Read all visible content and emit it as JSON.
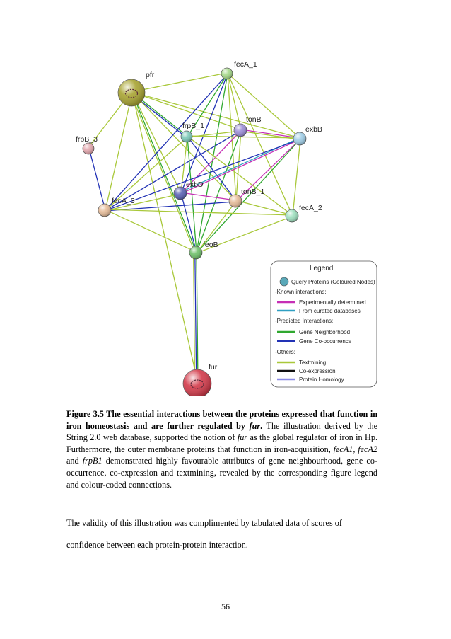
{
  "network": {
    "nodes": [
      {
        "id": "pfr",
        "label": "pfr",
        "color": "#a8a431",
        "query": true
      },
      {
        "id": "fecA_1",
        "label": "fecA_1",
        "color": "#a6d98a",
        "query": false
      },
      {
        "id": "tonB",
        "label": "tonB",
        "color": "#9d8fd9",
        "query": false
      },
      {
        "id": "frpB_1",
        "label": "frpB_1",
        "color": "#7cc9b8",
        "query": false
      },
      {
        "id": "exbB",
        "label": "exbB",
        "color": "#9fcde6",
        "query": false
      },
      {
        "id": "frpB_3",
        "label": "frpB_3",
        "color": "#e2a6ad",
        "query": false
      },
      {
        "id": "exbD",
        "label": "exbD",
        "color": "#5b62b5",
        "query": false
      },
      {
        "id": "tonB_1",
        "label": "tonB_1",
        "color": "#e6bc99",
        "query": false
      },
      {
        "id": "fecA_3",
        "label": "fecA_3",
        "color": "#e6bc99",
        "query": false
      },
      {
        "id": "fecA_2",
        "label": "fecA_2",
        "color": "#9fe0bf",
        "query": false
      },
      {
        "id": "feoB",
        "label": "feoB",
        "color": "#6fc06a",
        "query": false
      },
      {
        "id": "fur",
        "label": "fur",
        "color": "#d33a4a",
        "query": true
      }
    ],
    "edges": [
      [
        "pfr",
        "fecA_1",
        "textmining"
      ],
      [
        "pfr",
        "frpB_1",
        "neighborhood"
      ],
      [
        "pfr",
        "frpB_1",
        "cooccurrence"
      ],
      [
        "pfr",
        "tonB",
        "textmining"
      ],
      [
        "pfr",
        "exbB",
        "textmining"
      ],
      [
        "pfr",
        "fecA_3",
        "textmining"
      ],
      [
        "pfr",
        "feoB",
        "neighborhood"
      ],
      [
        "pfr",
        "feoB",
        "textmining"
      ],
      [
        "pfr",
        "exbD",
        "textmining"
      ],
      [
        "pfr",
        "tonB_1",
        "textmining"
      ],
      [
        "pfr",
        "fur",
        "textmining"
      ],
      [
        "fecA_1",
        "tonB",
        "textmining"
      ],
      [
        "fecA_1",
        "frpB_1",
        "neighborhood"
      ],
      [
        "fecA_1",
        "exbB",
        "textmining"
      ],
      [
        "fecA_1",
        "exbD",
        "cooccurrence"
      ],
      [
        "fecA_1",
        "tonB_1",
        "textmining"
      ],
      [
        "fecA_1",
        "feoB",
        "neighborhood"
      ],
      [
        "fecA_1",
        "fecA_3",
        "cooccurrence"
      ],
      [
        "fecA_1",
        "fecA_2",
        "textmining"
      ],
      [
        "tonB",
        "exbB",
        "experimental"
      ],
      [
        "tonB",
        "exbB",
        "textmining"
      ],
      [
        "tonB",
        "exbD",
        "experimental"
      ],
      [
        "tonB",
        "tonB_1",
        "textmining"
      ],
      [
        "tonB",
        "frpB_1",
        "textmining"
      ],
      [
        "tonB",
        "feoB",
        "neighborhood"
      ],
      [
        "tonB",
        "fecA_3",
        "cooccurrence"
      ],
      [
        "frpB_1",
        "exbB",
        "textmining"
      ],
      [
        "frpB_1",
        "tonB_1",
        "cooccurrence"
      ],
      [
        "frpB_1",
        "exbD",
        "textmining"
      ],
      [
        "frpB_1",
        "feoB",
        "neighborhood"
      ],
      [
        "frpB_1",
        "fecA_3",
        "textmining"
      ],
      [
        "frpB_1",
        "fecA_2",
        "textmining"
      ],
      [
        "exbB",
        "exbD",
        "experimental"
      ],
      [
        "exbB",
        "exbD",
        "database"
      ],
      [
        "exbB",
        "tonB_1",
        "experimental"
      ],
      [
        "exbB",
        "fecA_3",
        "cooccurrence"
      ],
      [
        "exbB",
        "fecA_2",
        "textmining"
      ],
      [
        "exbB",
        "feoB",
        "neighborhood"
      ],
      [
        "exbD",
        "tonB_1",
        "experimental"
      ],
      [
        "exbD",
        "fecA_3",
        "textmining"
      ],
      [
        "exbD",
        "feoB",
        "cooccurrence"
      ],
      [
        "tonB_1",
        "fecA_2",
        "textmining"
      ],
      [
        "tonB_1",
        "fecA_3",
        "cooccurrence"
      ],
      [
        "tonB_1",
        "feoB",
        "textmining"
      ],
      [
        "frpB_3",
        "fecA_3",
        "cooccurrence"
      ],
      [
        "frpB_3",
        "pfr",
        "textmining"
      ],
      [
        "fecA_3",
        "feoB",
        "textmining"
      ],
      [
        "fecA_3",
        "fecA_2",
        "textmining"
      ],
      [
        "fecA_2",
        "feoB",
        "textmining"
      ],
      [
        "feoB",
        "fur",
        "neighborhood"
      ],
      [
        "feoB",
        "fur",
        "cooccurrence"
      ],
      [
        "feoB",
        "fur",
        "textmining"
      ]
    ]
  },
  "legend": {
    "title": "Legend",
    "query_label": "Query Proteins (Coloured Nodes)",
    "known_header": "-Known interactions:",
    "predicted_header": "-Predicted Interactions:",
    "others_header": "-Others:",
    "items": {
      "experimental": {
        "label": "Experimentally determined",
        "color": "#c62fb5"
      },
      "database": {
        "label": "From curated databases",
        "color": "#2f9fc2"
      },
      "neighborhood": {
        "label": "Gene Neighborhood",
        "color": "#2fa82f"
      },
      "cooccurrence": {
        "label": "Gene Co-occurrence",
        "color": "#2232b5"
      },
      "textmining": {
        "label": "Textmining",
        "color": "#a9c83a"
      },
      "coexpression": {
        "label": "Co-expression",
        "color": "#111111"
      },
      "homology": {
        "label": "Protein Homology",
        "color": "#8a8ae6"
      }
    }
  },
  "caption": {
    "bold_lead": "Figure 3.5 The essential interactions between the proteins expressed that function in iron homeostasis and are further regulated by ",
    "bold_italic": "fur",
    "bold_end": ".",
    "t1": " The illustration derived by the String 2.0 web database, supported the notion of ",
    "i1": "fur",
    "t2": " as the global regulator of iron in Hp. Furthermore, the outer membrane proteins that function in iron-acquisition, ",
    "i2": "fecA1",
    "t3": ", ",
    "i3": "fecA2",
    "t4": " and ",
    "i4": "frpB1",
    "t5": " demonstrated highly favourable attributes of gene neighbourhood, gene co-occurrence, co-expression and textmining, revealed by the corresponding figure legend and colour-coded connections."
  },
  "body": {
    "para1": "The validity of this illustration was complimented by tabulated data of scores of",
    "para2": "confidence between each protein-protein interaction."
  },
  "page_number": "56"
}
